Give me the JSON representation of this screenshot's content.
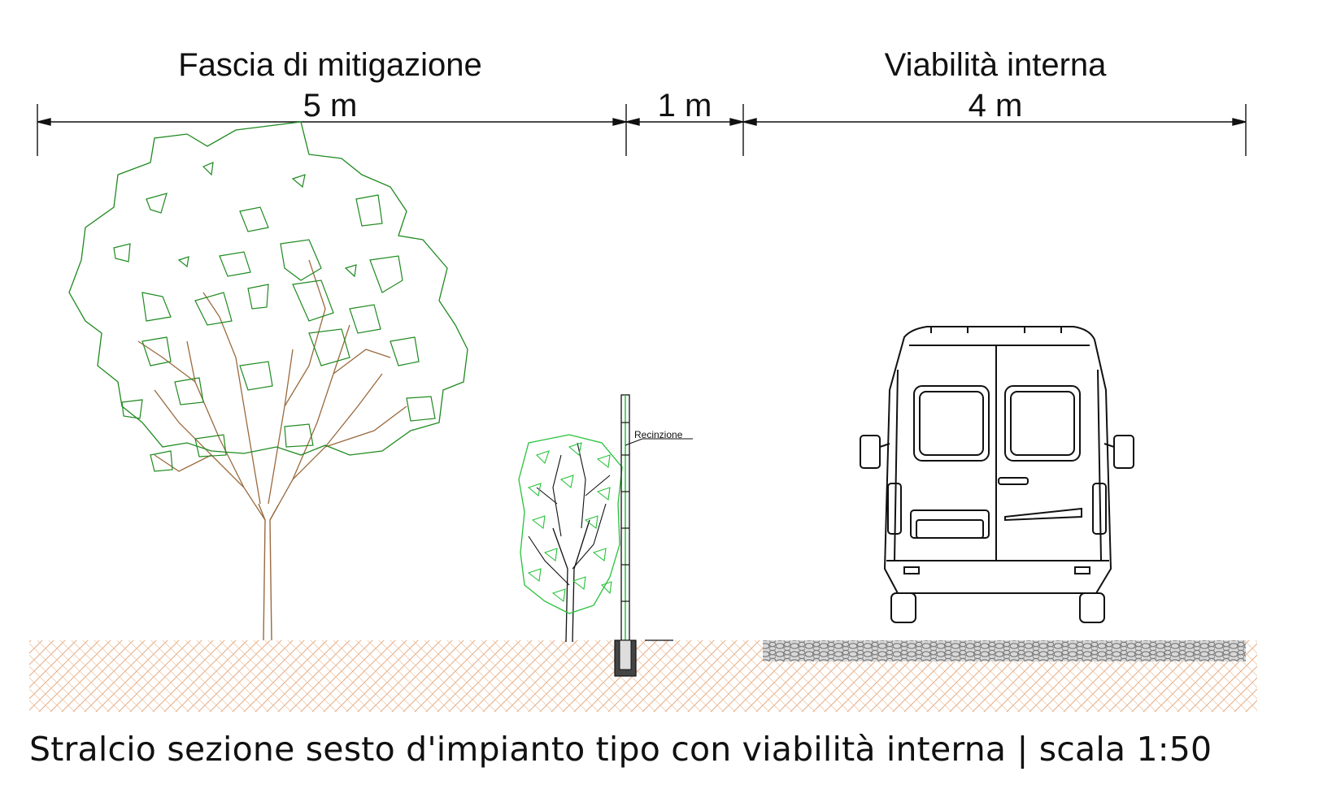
{
  "dimensions": {
    "mitigation": {
      "title": "Fascia di mitigazione",
      "size": "5 m"
    },
    "gap": {
      "size": "1 m"
    },
    "road": {
      "title": "Viabilità interna",
      "size": "4 m"
    }
  },
  "labels": {
    "fence": "Recinzione"
  },
  "caption": "Stralcio sezione sesto d'impianto tipo con viabilità interna | scala 1:50",
  "colors": {
    "foliage_tree": "#1f8a1f",
    "branches": "#9a6a3e",
    "shrub_leaves": "#27c23a",
    "soil_hatch": "#e8b48c",
    "gravel": "#8a8a8a",
    "line": "#111111"
  },
  "icons": {
    "tree": "tree-icon",
    "shrub": "shrub-icon",
    "fence_post": "fence-post-icon",
    "van": "van-rear-icon"
  }
}
